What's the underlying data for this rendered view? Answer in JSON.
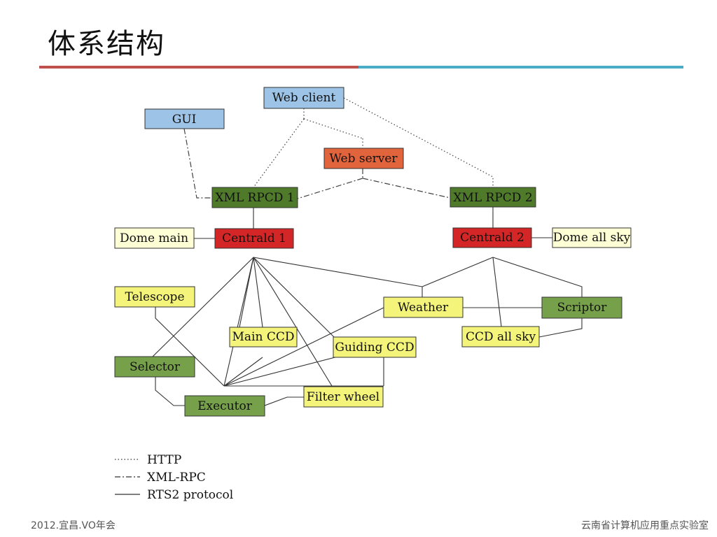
{
  "slide": {
    "title": "体系结构",
    "footer_left": "2012.宜昌.VO年会",
    "footer_right": "云南省计算机应用重点实验室"
  },
  "colors": {
    "accent_red": "#c0504d",
    "accent_blue": "#4bacc6",
    "client_blue": "#9dc3e6",
    "server_orange": "#e2643c",
    "rpcd_green": "#4f7a2a",
    "centrald_red": "#d42626",
    "device_yellow": "#f4f47a",
    "dome_cream": "#ffffd6",
    "module_green": "#77a04a"
  },
  "diagram": {
    "nodes": {
      "web_client": "Web client",
      "gui": "GUI",
      "web_server": "Web server",
      "xml_rpcd_1": "XML RPCD 1",
      "xml_rpcd_2": "XML RPCD 2",
      "dome_main": "Dome main",
      "centrald_1": "Centrald 1",
      "centrald_2": "Centrald 2",
      "dome_all_sky": "Dome all sky",
      "telescope": "Telescope",
      "weather": "Weather",
      "scriptor": "Scriptor",
      "main_ccd": "Main CCD",
      "guiding_ccd": "Guiding CCD",
      "ccd_all_sky": "CCD all sky",
      "selector": "Selector",
      "executor": "Executor",
      "filter_wheel": "Filter wheel"
    },
    "legend": {
      "http": "HTTP",
      "xml_rpc": "XML-RPC",
      "rts2": "RTS2 protocol"
    }
  }
}
